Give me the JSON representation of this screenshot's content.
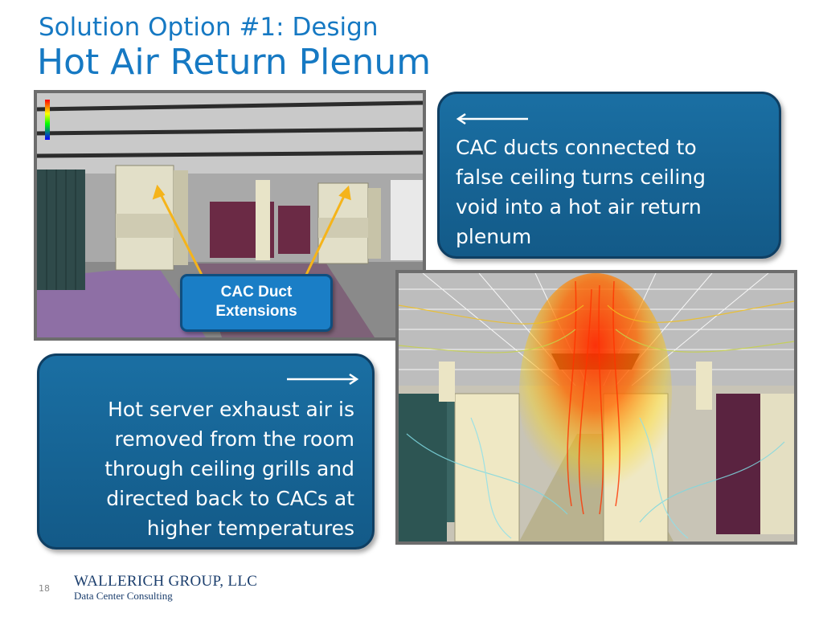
{
  "slide": {
    "subtitle": "Solution Option #1: Design",
    "title": "Hot Air Return Plenum",
    "page_number": "18"
  },
  "callouts": {
    "top_right": "CAC ducts connected to false ceiling turns ceiling void into a hot air return plenum",
    "bottom_left": "Hot server exhaust air is removed from the room through ceiling grills and directed back to CACs at higher temperatures"
  },
  "label": {
    "line1": "CAC Duct",
    "line2": "Extensions"
  },
  "footer": {
    "company": "WALLERICH GROUP, LLC",
    "tagline": "Data Center Consulting"
  },
  "colors": {
    "accent": "#1679c3",
    "callout_fill": "#135a88",
    "arrow_yellow": "#f5b41a"
  }
}
